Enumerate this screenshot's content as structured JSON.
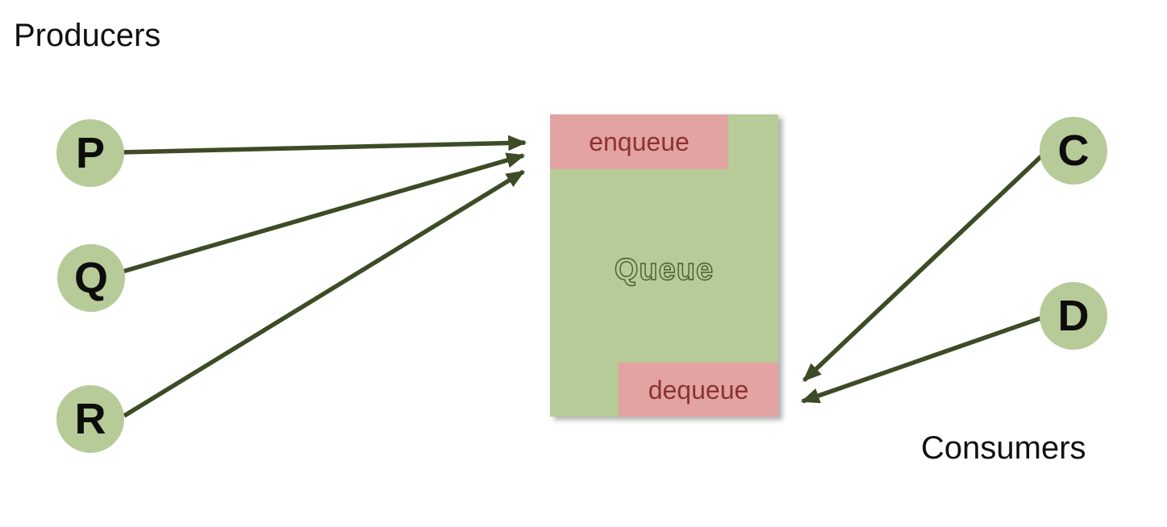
{
  "labels": {
    "producers": "Producers",
    "consumers": "Consumers"
  },
  "nodes": {
    "P": {
      "label": "P",
      "role": "producer"
    },
    "Q": {
      "label": "Q",
      "role": "producer"
    },
    "R": {
      "label": "R",
      "role": "producer"
    },
    "C": {
      "label": "C",
      "role": "consumer"
    },
    "D": {
      "label": "D",
      "role": "consumer"
    }
  },
  "queue": {
    "title": "Queue",
    "operations": {
      "enqueue": "enqueue",
      "dequeue": "dequeue"
    }
  },
  "edges": [
    {
      "from": "P",
      "to": "enqueue"
    },
    {
      "from": "Q",
      "to": "enqueue"
    },
    {
      "from": "R",
      "to": "enqueue"
    },
    {
      "from": "C",
      "to": "dequeue"
    },
    {
      "from": "D",
      "to": "dequeue"
    }
  ],
  "colors": {
    "node_fill": "#b6cb97",
    "queue_fill": "#b6cb97",
    "operation_fill": "#e2a3a2",
    "operation_text": "#8d3233",
    "queue_outline_text": "#4a592c",
    "arrow": "#3d4b26",
    "label_text": "#111111",
    "background": "#ffffff"
  }
}
